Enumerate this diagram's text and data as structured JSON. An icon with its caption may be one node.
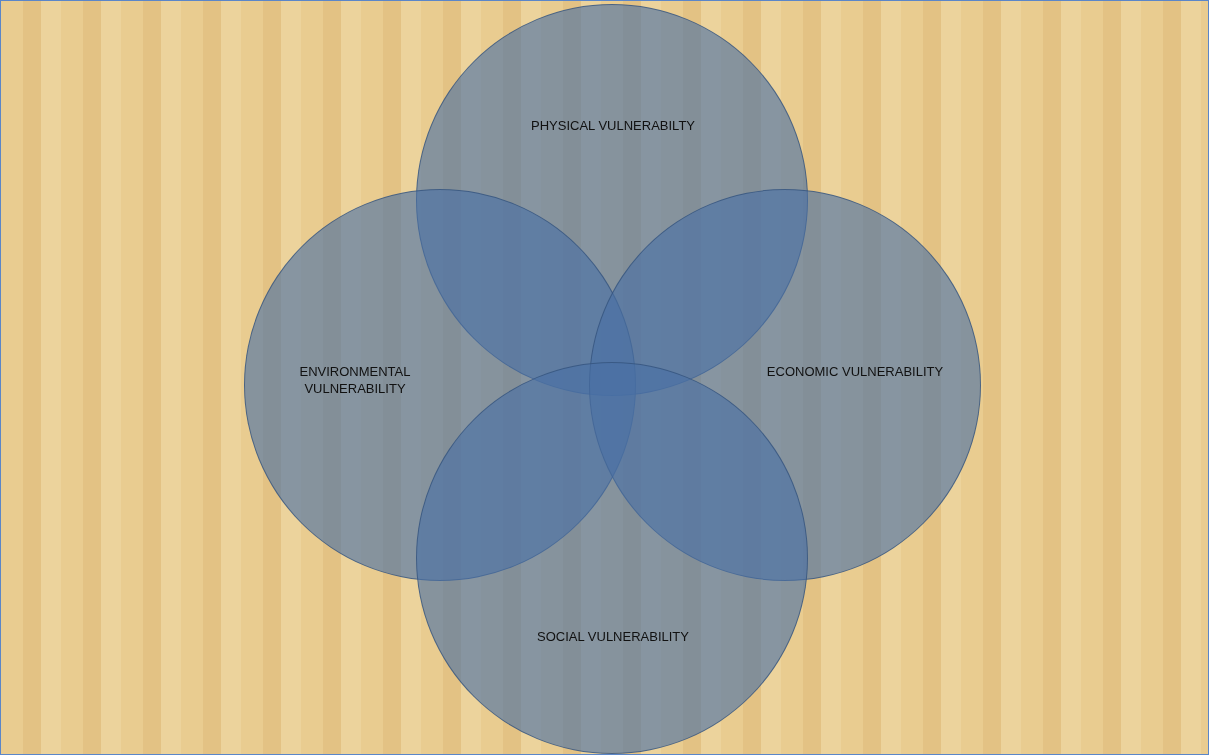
{
  "diagram": {
    "nodes": [
      {
        "text": [
          "PHYSICAL VULNERABILTY"
        ]
      },
      {
        "text": [
          "ENVIRONMENTAL VULNERABILITY"
        ]
      },
      {
        "text": [
          "ECONOMIC VULNERABILITY"
        ]
      },
      {
        "text": [
          "SOCIAL VULNERABILITY"
        ]
      }
    ],
    "edges": []
  }
}
